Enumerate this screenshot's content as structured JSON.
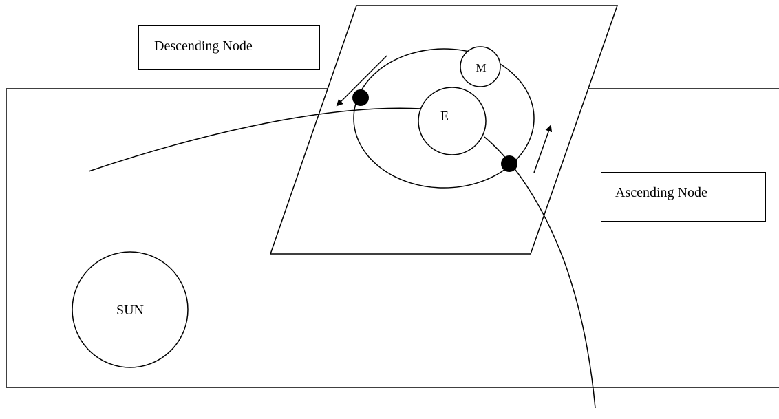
{
  "labels": {
    "descending_node": "Descending Node",
    "ascending_node": "Ascending Node",
    "sun": "SUN",
    "earth": "E",
    "moon": "M"
  },
  "colors": {
    "line": "#000000",
    "background": "#ffffff"
  }
}
